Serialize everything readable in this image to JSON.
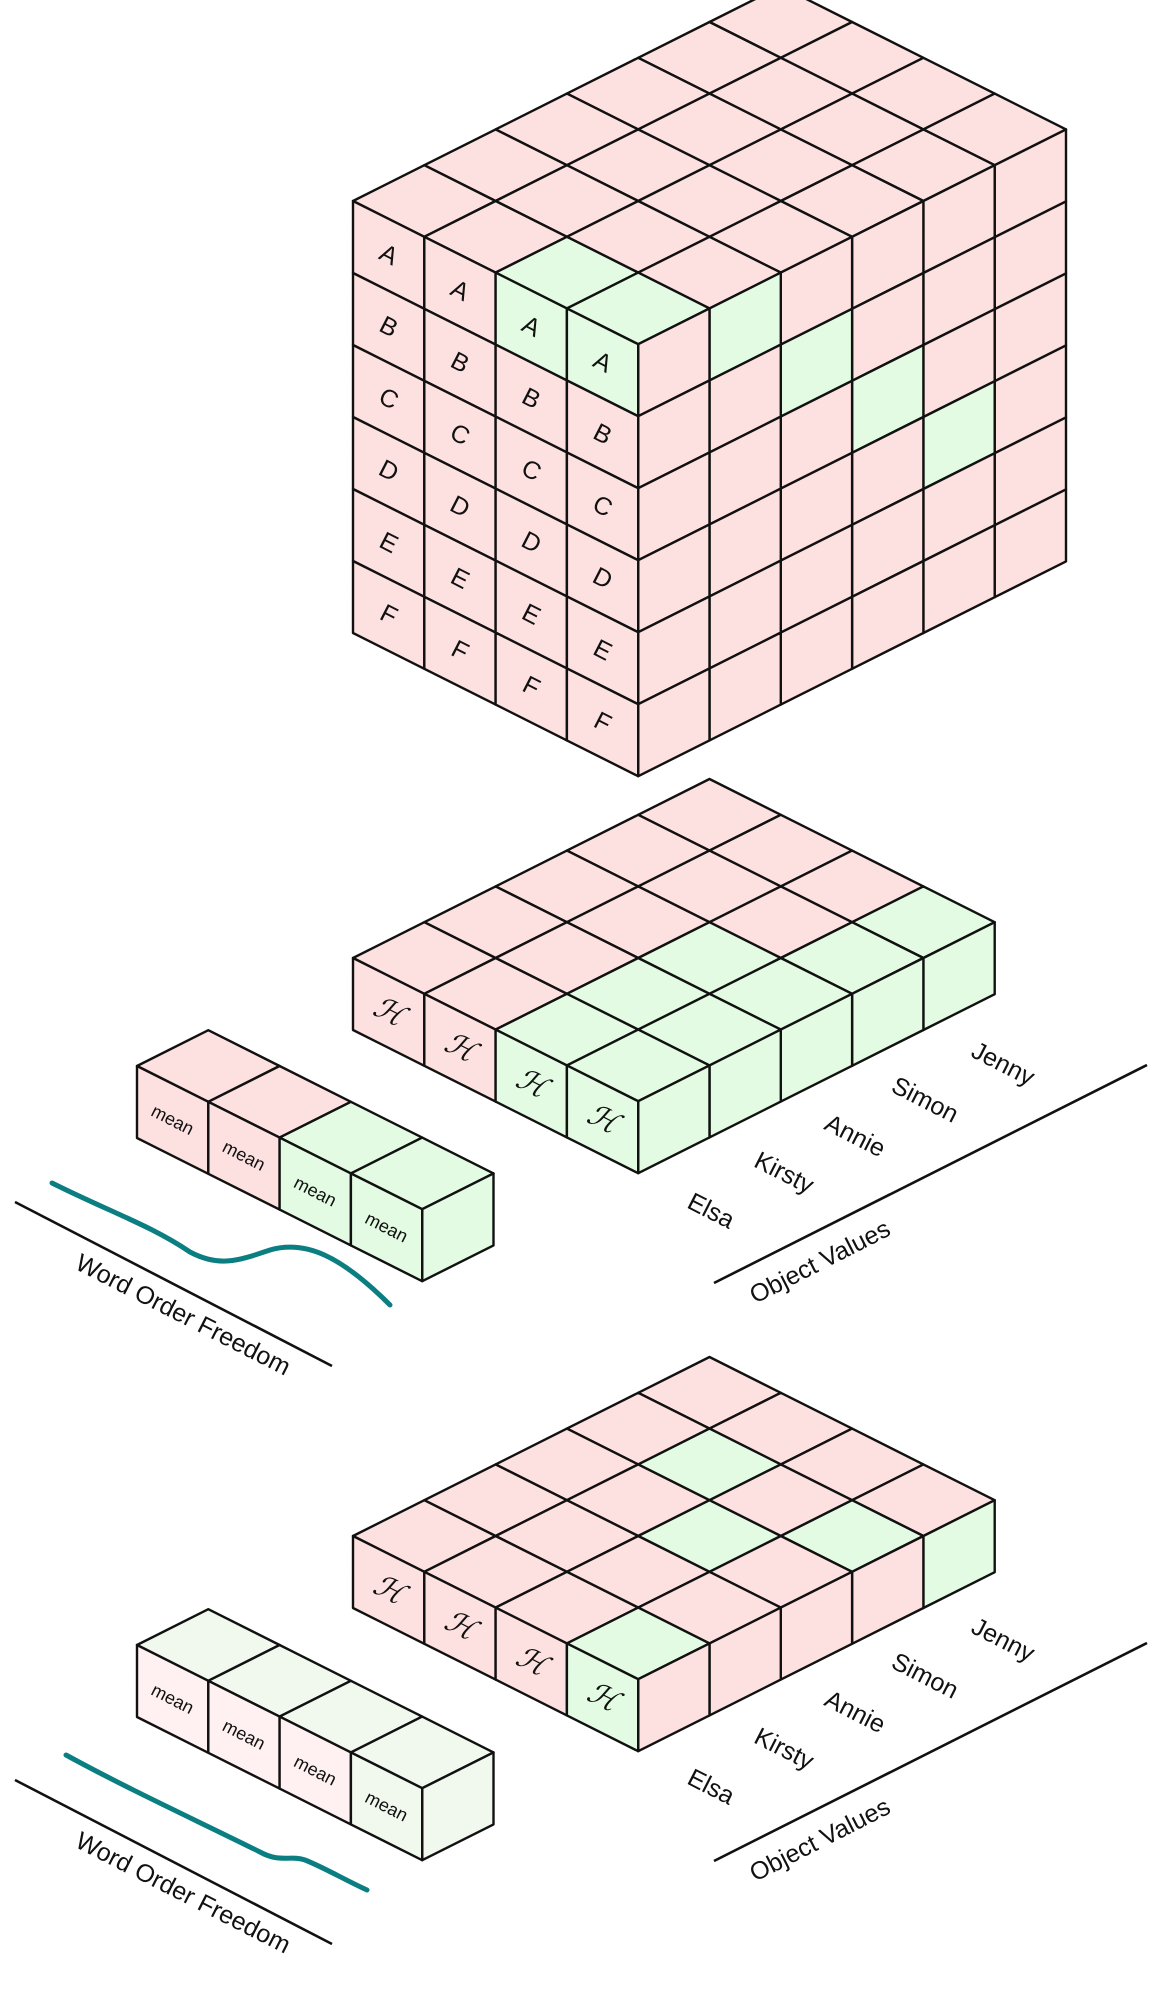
{
  "colors": {
    "pink": "#fde0e0",
    "green": "#e2fbe2",
    "pale_pink": "#fff1f1",
    "pale_green": "#f1f9ef",
    "edge": "#111111",
    "curve": "#0a7e80"
  },
  "letters": [
    "A",
    "B",
    "C",
    "D",
    "E",
    "F"
  ],
  "h_symbol": "ℋ",
  "mean_label": "mean",
  "names": [
    "Elsa",
    "Kirsty",
    "Annie",
    "Simon",
    "Jenny"
  ],
  "axis_object": "Object Values",
  "axis_word_order": "Word Order Freedom",
  "cube": {
    "green_top": [
      [
        0,
        2
      ],
      [
        0,
        3
      ]
    ],
    "green_right": [
      [
        1,
        0
      ],
      [
        2,
        1
      ],
      [
        3,
        2
      ],
      [
        4,
        3
      ]
    ]
  },
  "slab1": {
    "green_top": [
      [
        0,
        2
      ],
      [
        0,
        3
      ],
      [
        1,
        2
      ],
      [
        1,
        3
      ],
      [
        1,
        4
      ],
      [
        2,
        2
      ],
      [
        2,
        3
      ],
      [
        2,
        4
      ],
      [
        3,
        3
      ],
      [
        3,
        4
      ],
      [
        4,
        3
      ],
      [
        4,
        4
      ]
    ],
    "green_front": [
      2,
      3
    ],
    "green_right": [
      0,
      1,
      2,
      3,
      4
    ]
  },
  "row1": {
    "front": [
      "pink",
      "pink",
      "green",
      "green"
    ],
    "green_right": true
  },
  "slab2": {
    "green_top": [
      [
        0,
        3
      ],
      [
        2,
        2
      ],
      [
        3,
        1
      ],
      [
        3,
        3
      ],
      [
        4,
        4
      ]
    ],
    "green_front": [
      3
    ],
    "green_right": [
      4
    ]
  },
  "row2": {
    "front": [
      "pale_pink",
      "pale_pink",
      "pale_pink",
      "pale_green"
    ],
    "green_right": false
  }
}
